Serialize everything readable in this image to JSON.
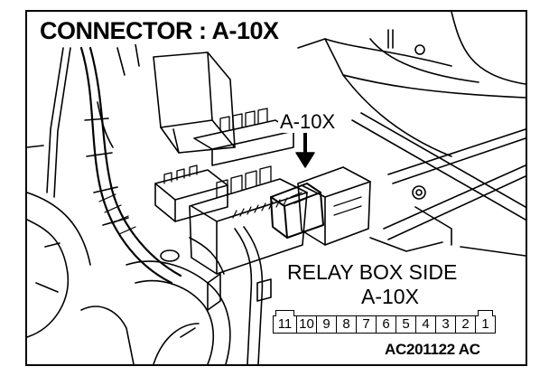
{
  "title": "CONNECTOR : A-10X",
  "callout_label": "A-10X",
  "relay_box_side": "RELAY BOX SIDE",
  "relay_box_connector": "A-10X",
  "pins": [
    "11",
    "10",
    "9",
    "8",
    "7",
    "6",
    "5",
    "4",
    "3",
    "2",
    "1"
  ],
  "figure_code": "AC201122 AC"
}
